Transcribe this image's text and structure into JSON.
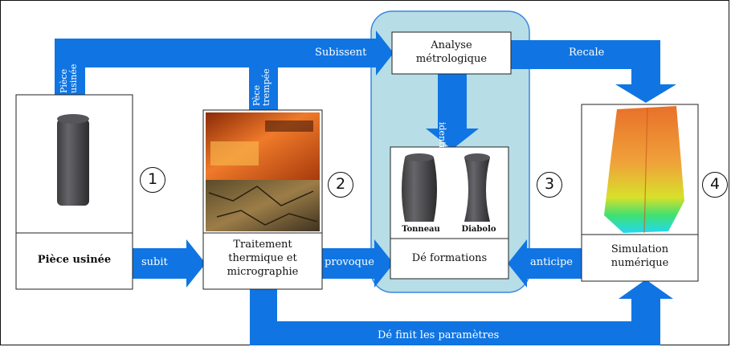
{
  "labels": {
    "piece_usinee": "Pièce usinée",
    "traitement": [
      "Traitement",
      "thermique et",
      "micrographie"
    ],
    "analyse": [
      "Analyse",
      "métrologique"
    ],
    "deformations": "Dé formations",
    "tonneau": "Tonneau",
    "diabolo": "Diabolo",
    "simulation": [
      "Simulation",
      "numérique"
    ]
  },
  "arrows": {
    "subit": "subit",
    "provoque": "provoque",
    "anticipe": "anticipe",
    "subissent": "Subissent",
    "recale": "Recale",
    "identifie": "identifie",
    "definit": "Dé finit les paramètres",
    "piece_usinee_vertical": [
      "Pièce",
      "usinée"
    ],
    "piece_trempee_vertical": [
      "Pèce",
      "trempée"
    ]
  },
  "steps": [
    "1",
    "2",
    "3",
    "4"
  ],
  "colors": {
    "arrow": "#1075e3",
    "panel": "#b7dde6",
    "panel_border": "#3a86e0"
  }
}
